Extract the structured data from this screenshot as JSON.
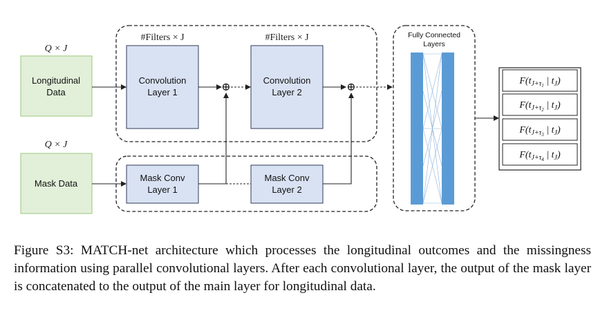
{
  "diagram": {
    "inputs": {
      "longitudinal": {
        "dim_label": "Q × J",
        "line1": "Longitudinal",
        "line2": "Data"
      },
      "mask": {
        "dim_label": "Q × J",
        "label": "Mask Data"
      }
    },
    "conv_layers": [
      {
        "top_label": "#Filters × J",
        "line1": "Convolution",
        "line2": "Layer 1"
      },
      {
        "top_label": "#Filters × J",
        "line1": "Convolution",
        "line2": "Layer 2"
      }
    ],
    "mask_layers": [
      {
        "line1": "Mask Conv",
        "line2": "Layer 1"
      },
      {
        "line1": "Mask Conv",
        "line2": "Layer 2"
      }
    ],
    "concat_symbol": "⊕",
    "fully_connected": {
      "line1": "Fully Connected",
      "line2": "Layers"
    },
    "outputs": [
      {
        "sub": "1"
      },
      {
        "sub": "2"
      },
      {
        "sub": "3"
      },
      {
        "sub": "4"
      }
    ],
    "colors": {
      "input_fill": "#e2efd9",
      "input_stroke": "#a9d08e",
      "conv_fill": "#d9e2f3",
      "conv_stroke": "#2f3b55",
      "fc_bar": "#5b9bd5",
      "line": "#222222"
    }
  },
  "caption": {
    "label": "Figure S3:",
    "text": " MATCH-net architecture which processes the longitudinal outcomes and the missingness information using parallel convolutional layers.  After each convolutional layer, the output of the mask layer is concatenated to the output of the main layer for longitudinal data."
  }
}
